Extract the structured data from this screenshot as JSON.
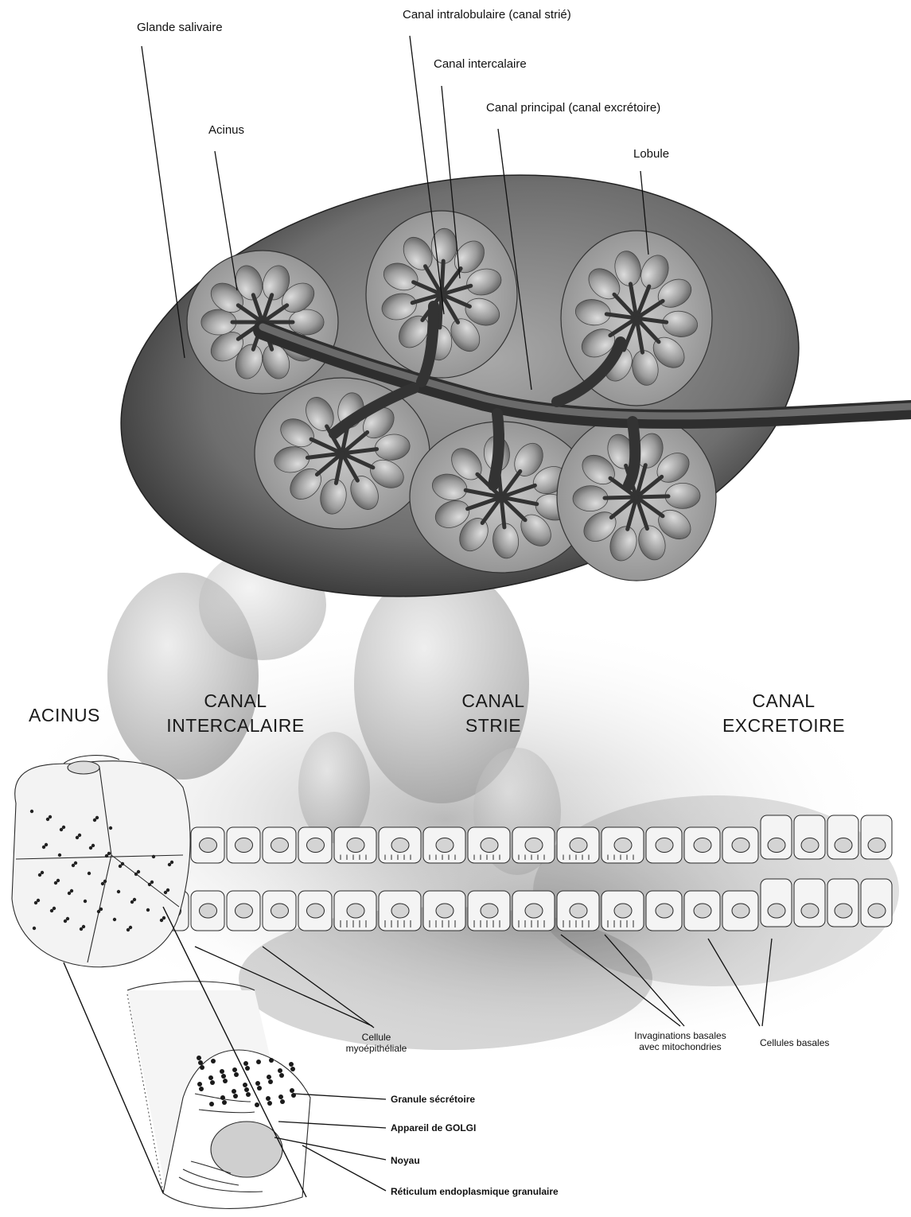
{
  "labels": {
    "glande_salivaire": "Glande salivaire",
    "canal_intralobulaire": "Canal intralobulaire (canal strié)",
    "canal_intercalaire": "Canal intercalaire",
    "canal_principal": "Canal principal (canal excrétoire)",
    "acinus": "Acinus",
    "lobule": "Lobule"
  },
  "sections": {
    "acinus": "ACINUS",
    "intercalaire_1": "CANAL",
    "intercalaire_2": "INTERCALAIRE",
    "strie_1": "CANAL",
    "strie_2": "STRIE",
    "excretoire_1": "CANAL",
    "excretoire_2": "EXCRETOIRE"
  },
  "cell_labels": {
    "myo_1": "Cellule",
    "myo_2": "myoépithéliale",
    "invag_1": "Invaginations basales",
    "invag_2": "avec mitochondries",
    "basales": "Cellules basales"
  },
  "detail_labels": {
    "granule": "Granule sécrétoire",
    "golgi": "Appareil de GOLGI",
    "noyau": "Noyau",
    "reticulum": "Réticulum endoplasmique granulaire"
  },
  "colors": {
    "gland_dark": "#3c3c3c",
    "gland_light": "#9a9a9a",
    "duct": "#4a4a4a",
    "line": "#222222"
  }
}
